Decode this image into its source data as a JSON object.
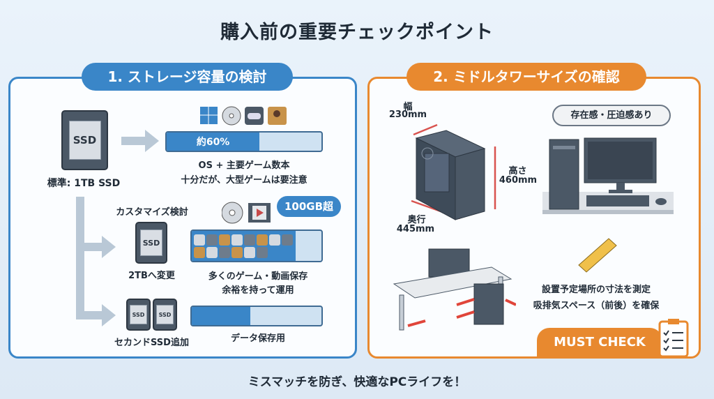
{
  "title": "購入前の重要チェックポイント",
  "storage": {
    "header": "1. ストレージ容量の検討",
    "standard_label": "標準: 1TB SSD",
    "ssd_text": "SSD",
    "usage_bar": {
      "label": "約60%",
      "percent": 60
    },
    "usage_line1": "OS + 主要ゲーム数本",
    "usage_line2": "十分だが、大型ゲームは要注意",
    "customize_label": "カスタマイズ検討",
    "bubble": "100GB超",
    "upgrade_label": "2TBへ変更",
    "upgrade_bar_percent": 80,
    "upgrade_line1": "多くのゲーム・動画保存",
    "upgrade_line2": "余裕を持って運用",
    "second_label": "セカンドSSD追加",
    "second_bar_percent": 45,
    "second_caption": "データ保存用"
  },
  "size": {
    "header": "2. ミドルタワーサイズの確認",
    "width_label": "幅",
    "width_value": "230mm",
    "height_label": "高さ",
    "height_value": "460mm",
    "depth_label": "奥行",
    "depth_value": "445mm",
    "bubble": "存在感・圧迫感あり",
    "note_line1": "設置予定場所の寸法を測定",
    "note_line2": "吸排気スペース（前後）を確保",
    "must_check": "MUST CHECK"
  },
  "footer": "ミスマッチを防ぎ、快適なPCライフを！",
  "colors": {
    "blue": "#3a86c8",
    "orange": "#e8892f",
    "airflow": "#e0453a"
  }
}
